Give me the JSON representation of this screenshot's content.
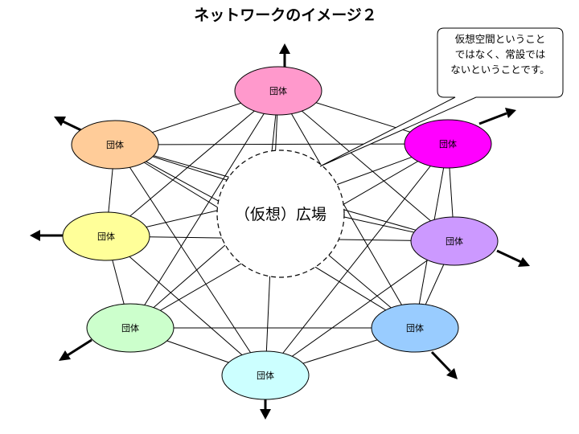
{
  "title": "ネットワークのイメージ２",
  "center": {
    "label": "（仮想）広場"
  },
  "callout": {
    "lines": [
      "仮想空間ということ",
      "ではなく、常設では",
      "ないということです。"
    ]
  },
  "nodes": [
    {
      "id": "top",
      "label": "団体",
      "color": "#ff99cc"
    },
    {
      "id": "upper-right",
      "label": "団体",
      "color": "#ff00ff"
    },
    {
      "id": "right",
      "label": "団体",
      "color": "#cc99ff"
    },
    {
      "id": "lower-right",
      "label": "団体",
      "color": "#99ccff"
    },
    {
      "id": "bottom",
      "label": "団体",
      "color": "#ccffff"
    },
    {
      "id": "lower-left",
      "label": "団体",
      "color": "#ccffcc"
    },
    {
      "id": "left",
      "label": "団体",
      "color": "#ffff99"
    },
    {
      "id": "upper-left",
      "label": "団体",
      "color": "#ffcc99"
    }
  ],
  "colors": {
    "lines": "#000000",
    "center_fill": "#ffffff",
    "callout_fill": "#ffffff"
  }
}
